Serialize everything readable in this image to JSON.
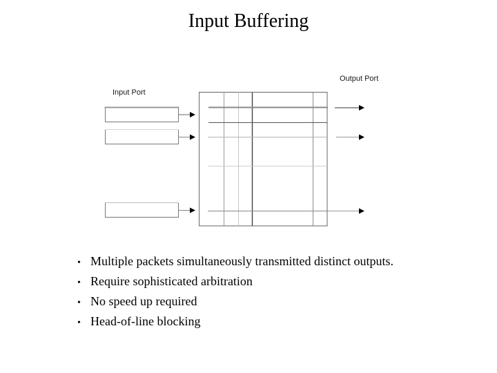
{
  "slide": {
    "title": "Input Buffering",
    "bullet_char": "•"
  },
  "diagram": {
    "input_port_label": "Input Port",
    "output_port_label": "Output Port",
    "input_queue_count": 3,
    "output_arrow_count": 3
  },
  "bullets": [
    "Multiple packets simultaneously transmitted distinct outputs.",
    "Require sophisticated arbitration",
    "No speed up required",
    "Head-of-line blocking"
  ],
  "colors": {
    "background": "#ffffff",
    "text": "#000000",
    "line_dark": "#555555",
    "line_mid": "#888888",
    "line_light": "#c4c4c4",
    "arrowhead": "#000000"
  }
}
